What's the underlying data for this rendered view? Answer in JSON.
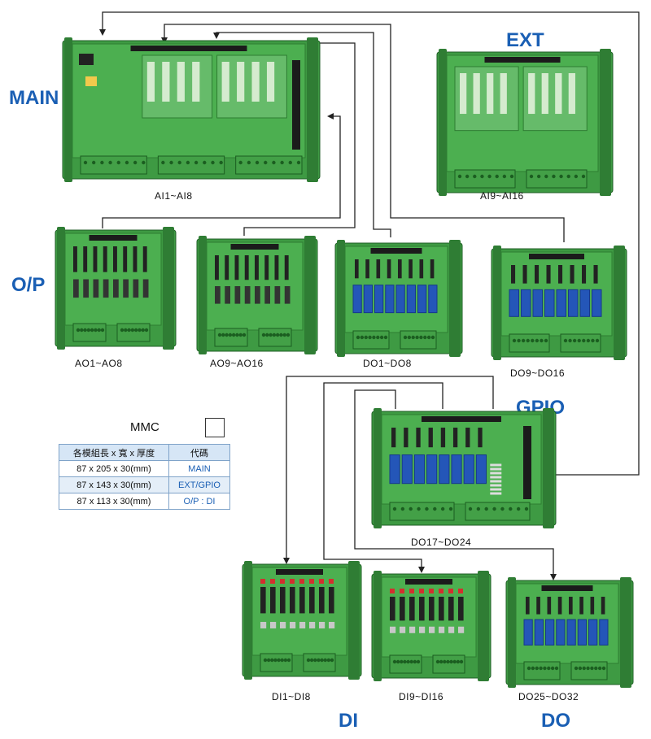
{
  "groups": {
    "main": "MAIN",
    "ext": "EXT",
    "op": "O/P",
    "gpio": "GPIO",
    "di": "DI",
    "do": "DO"
  },
  "boards": {
    "main": {
      "caption": "AI1~AI8",
      "type": "main"
    },
    "ext": {
      "caption": "AI9~AI16",
      "type": "ext"
    },
    "ao1": {
      "caption": "AO1~AO8",
      "type": "ao"
    },
    "ao2": {
      "caption": "AO9~AO16",
      "type": "ao"
    },
    "do1": {
      "caption": "DO1~DO8",
      "type": "relay"
    },
    "do2": {
      "caption": "DO9~DO16",
      "type": "relay"
    },
    "gpio": {
      "caption": "DO17~DO24",
      "type": "gpio"
    },
    "di1": {
      "caption": "DI1~DI8",
      "type": "di"
    },
    "di2": {
      "caption": "DI9~DI16",
      "type": "di"
    },
    "do4": {
      "caption": "DO25~DO32",
      "type": "relay"
    }
  },
  "legend": {
    "label": "MMC",
    "headers": [
      "各模組長 x 寬 x 厚度",
      "代碼"
    ],
    "rows": [
      [
        "87 x 205 x 30(mm)",
        "MAIN"
      ],
      [
        "87 x 143 x 30(mm)",
        "EXT/GPIO"
      ],
      [
        "87 x 113 x 30(mm)",
        "O/P : DI"
      ]
    ]
  },
  "colors": {
    "group_text": "#1a5fb4",
    "housing": "#3e9a43",
    "pcb": "#4caf50",
    "relay": "#2456b8",
    "wire": "#222222",
    "table_header": "#d6e6f6"
  }
}
